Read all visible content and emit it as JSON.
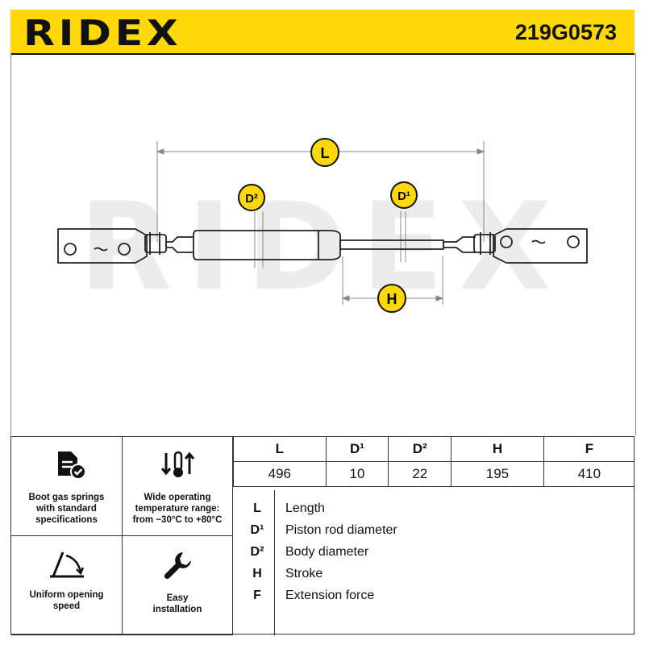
{
  "header": {
    "brand": "RIDEX",
    "part_number": "219G0573"
  },
  "drawing": {
    "watermark": "RIDEX",
    "labels": {
      "L": "L",
      "D1": "D¹",
      "D2": "D²",
      "H": "H"
    }
  },
  "features": [
    {
      "icon": "document-check-icon",
      "text": "Boot gas springs with standard specifications"
    },
    {
      "icon": "temperature-arrows-icon",
      "text": "Wide operating temperature range: from −30°C to +80°C"
    },
    {
      "icon": "opening-angle-icon",
      "text": "Uniform opening speed"
    },
    {
      "icon": "wrench-icon",
      "text": "Easy installation"
    }
  ],
  "dimensions": {
    "headers": [
      "L",
      "D¹",
      "D²",
      "H",
      "F"
    ],
    "values": [
      "496",
      "10",
      "22",
      "195",
      "410"
    ]
  },
  "legend": [
    {
      "code": "L",
      "desc": "Length"
    },
    {
      "code": "D¹",
      "desc": "Piston rod diameter"
    },
    {
      "code": "D²",
      "desc": "Body diameter"
    },
    {
      "code": "H",
      "desc": "Stroke"
    },
    {
      "code": "F",
      "desc": "Extension force"
    }
  ],
  "colors": {
    "brand_yellow": "#ffd80a",
    "ink": "#111111"
  }
}
